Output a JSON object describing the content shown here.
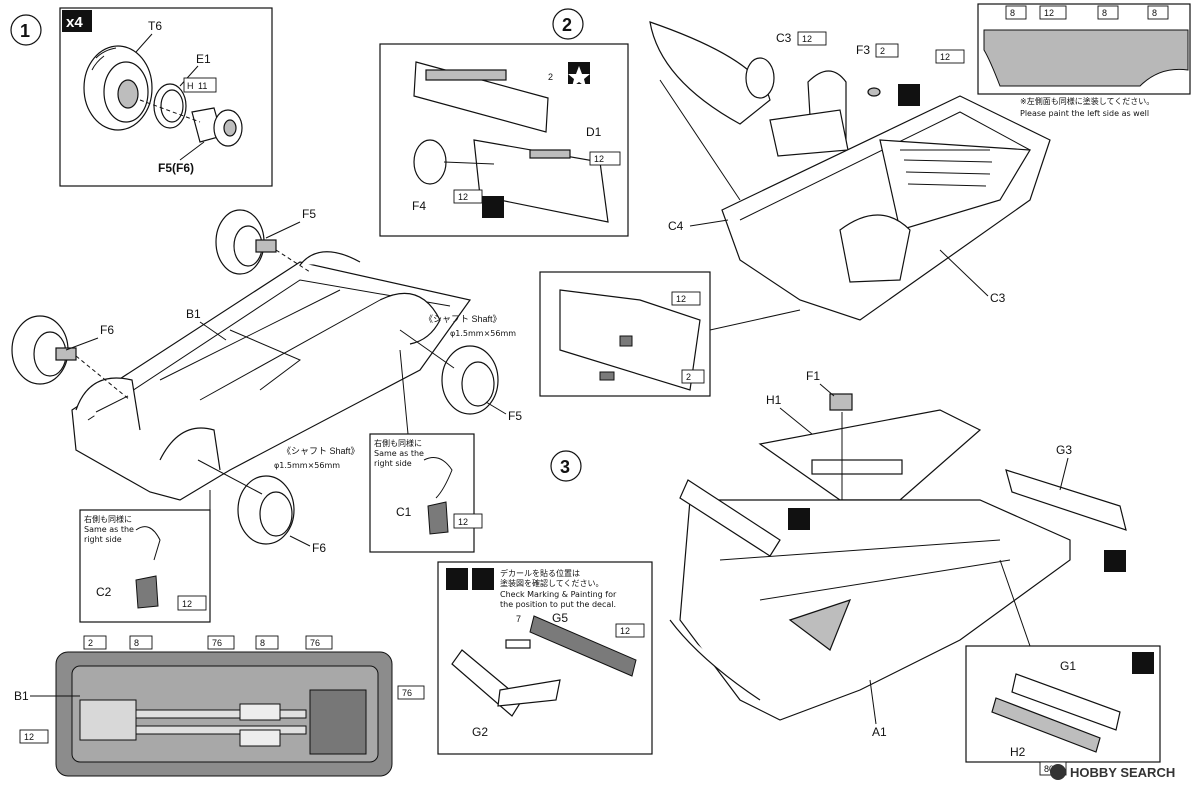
{
  "steps": {
    "one": "1",
    "two": "2",
    "three": "3"
  },
  "multiplier": "x4",
  "parts": {
    "t6": "T6",
    "e1": "E1",
    "f5f6": "F5(F6)",
    "f5_top": "F5",
    "f5_right": "F5",
    "b1": "B1",
    "f6_left": "F6",
    "f6_bottom": "F6",
    "c1": "C1",
    "c2": "C2",
    "d1": "D1",
    "f4": "F4",
    "c3_top": "C3",
    "c3_bottom": "C3",
    "f3": "F3",
    "c4": "C4",
    "f1": "F1",
    "h1": "H1",
    "g3": "G3",
    "g5": "G5",
    "g2": "G2",
    "a1": "A1",
    "g1": "G1",
    "h2": "H2",
    "b1_bottom": "B1",
    "seven": "7",
    "two_small": "2"
  },
  "paints": {
    "h11": "11",
    "h12": "12",
    "h2": "2",
    "h8": "8",
    "h76": "76",
    "h80": "80",
    "h_prefix": "H"
  },
  "shaft_labels": {
    "right_jp": "《シャフト Shaft》",
    "right_dim": "φ1.5mm×56mm",
    "left_jp": "《シャフト Shaft》",
    "left_dim": "φ1.5mm×56mm"
  },
  "notes": {
    "same_right_jp": "右側も同様に",
    "same_right_en1": "Same as the",
    "same_right_en2": "right side",
    "left_side_jp": "※左側面も同様に塗装してください。",
    "left_side_en": "Please paint the left side as well",
    "decal_jp1": "デカールを貼る位置は",
    "decal_jp2": "塗装図を確認してください。",
    "decal_en1": "Check Marking & Painting for",
    "decal_en2": "the position to put the decal."
  },
  "watermark": "HOBBY SEARCH"
}
